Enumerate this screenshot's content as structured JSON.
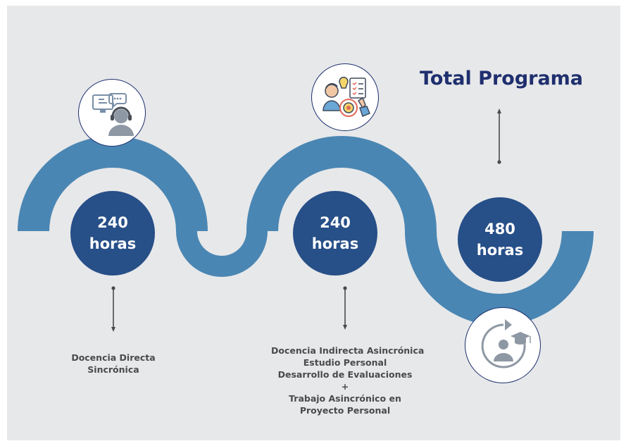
{
  "title": "Total Programa",
  "stages": [
    {
      "number": "240",
      "unit": "horas",
      "icon": "online-teacher-headset-icon"
    },
    {
      "number": "240",
      "unit": "horas",
      "icon": "self-study-planning-icon"
    },
    {
      "number": "480",
      "unit": "horas",
      "icon": "learning-cycle-graduate-icon"
    }
  ],
  "labels": {
    "stage1": [
      "Docencia Directa",
      "Sincrónica"
    ],
    "stage2": [
      "Docencia Indirecta Asincrónica",
      "Estudio Personal",
      "Desarrollo de Evaluaciones",
      "+",
      "Trabajo Asincrónico en",
      "Proyecto Personal"
    ]
  },
  "colors": {
    "band": "#4a86b3",
    "circle": "#274f88",
    "title": "#1f2f6e",
    "background": "#e7e8ea"
  }
}
